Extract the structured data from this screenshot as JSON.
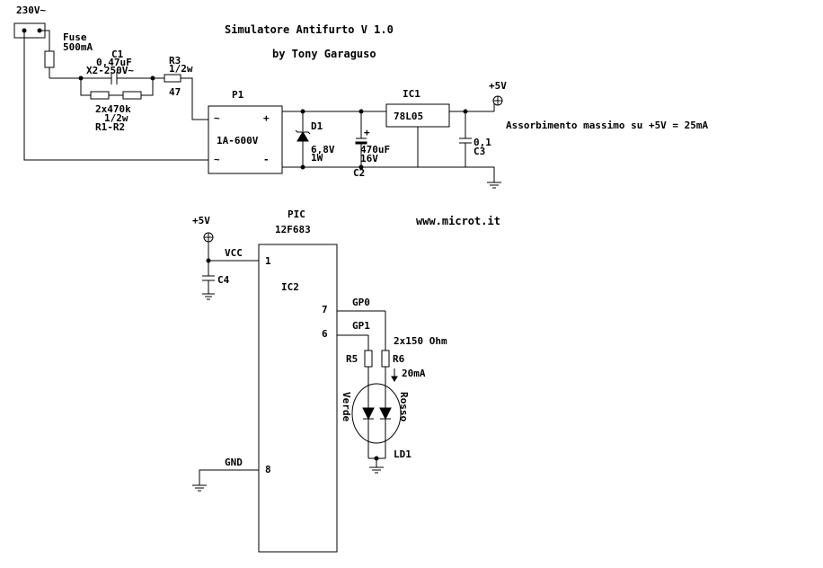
{
  "header": {
    "title": "Simulatore Antifurto V 1.0",
    "author": "by Tony Garaguso",
    "website": "www.microt.it"
  },
  "power": {
    "mains_label": "230V~",
    "fuse_label": "Fuse",
    "fuse_value": "500mA",
    "c1_name": "C1",
    "c1_value": "0,47uF",
    "c1_rating": "X2-250V~",
    "r3_name": "R3",
    "r3_watt": "1/2w",
    "r3_value": "47",
    "r12_value": "2x470k",
    "r12_watt": "1/2w",
    "r12_name": "R1-R2",
    "bridge_name": "P1",
    "bridge_value": "1A-600V",
    "bridge_pin_ac1": "~",
    "bridge_pin_ac2": "~",
    "bridge_pin_plus": "+",
    "bridge_pin_minus": "-",
    "d1_name": "D1",
    "d1_voltage": "6,8V",
    "d1_watt": "1W",
    "c2_value": "470uF",
    "c2_voltage": "16V",
    "c2_name": "C2",
    "c2_polarity": "+",
    "ic1_name": "IC1",
    "ic1_value": "78L05",
    "c3_value": "0,1",
    "c3_name": "C3",
    "vcc_label": "+5V",
    "current_note": "Assorbimento massimo su +5V = 25mA"
  },
  "mcu": {
    "pic_label": "PIC",
    "pic_model": "12F683",
    "ic2_name": "IC2",
    "vcc_label": "+5V",
    "vcc_pin_label": "VCC",
    "gnd_pin_label": "GND",
    "c4_name": "C4",
    "pin1": "1",
    "pin8": "8",
    "pin7": "7",
    "pin6": "6",
    "gp0_label": "GP0",
    "gp1_label": "GP1",
    "resistor_value": "2x150 Ohm",
    "r5_name": "R5",
    "r6_name": "R6",
    "current_label": "20mA",
    "led_green": "Verde",
    "led_red": "Rosso",
    "ld1_name": "LD1"
  }
}
